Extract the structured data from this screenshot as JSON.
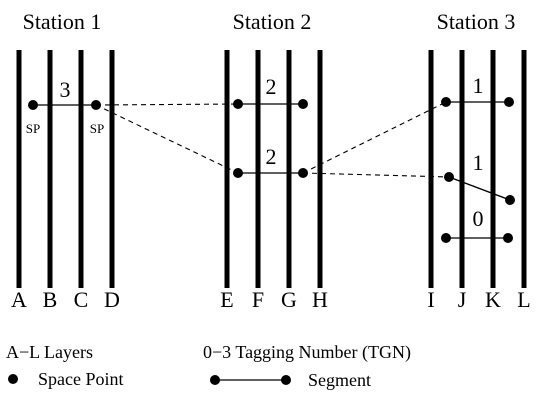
{
  "stations": [
    {
      "title": "Station 1"
    },
    {
      "title": "Station 2"
    },
    {
      "title": "Station 3"
    }
  ],
  "layers": [
    "A",
    "B",
    "C",
    "D",
    "E",
    "F",
    "G",
    "H",
    "I",
    "J",
    "K",
    "L"
  ],
  "tagging_numbers": [
    "3",
    "2",
    "2",
    "1",
    "1",
    "0"
  ],
  "space_point_marker": "SP",
  "legend": {
    "layers": "A−L Layers",
    "tgn": "0−3 Tagging Number (TGN)",
    "space_point": "Space Point",
    "segment": "Segment"
  }
}
